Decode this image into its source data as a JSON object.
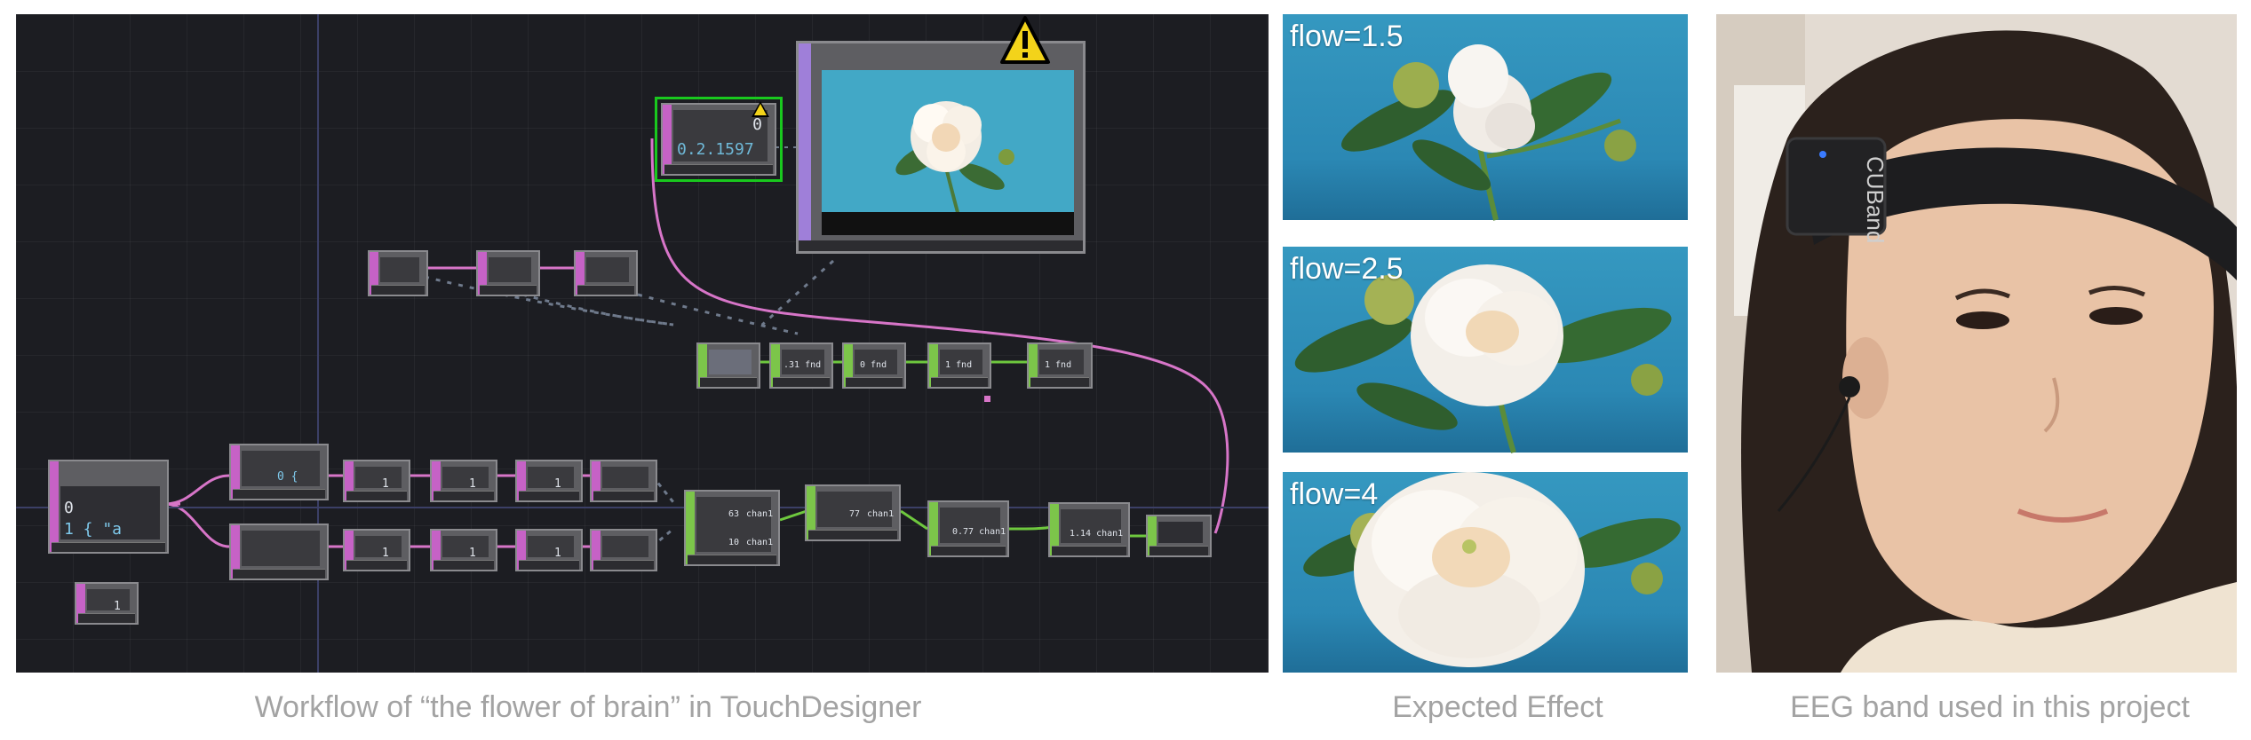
{
  "captions": {
    "workflow": "Workflow of “the flower of brain” in TouchDesigner",
    "effect": "Expected Effect",
    "eeg": "EEG band used in this project"
  },
  "flow_panels": [
    {
      "label": "flow=1.5"
    },
    {
      "label": "flow=2.5"
    },
    {
      "label": "flow=4"
    }
  ],
  "headband": {
    "brand": "CUBand"
  },
  "touchdesigner": {
    "colors": {
      "dat": "#c662c6",
      "chop": "#7cc54a",
      "top": "#9f7fd9",
      "wire_pink": "#d775c8",
      "wire_green": "#6ec83e",
      "selection": "#19c81e",
      "warning": "#f3d31a"
    },
    "selected_node": {
      "value_top": "0",
      "value_bottom": "0.2.1597"
    },
    "dat_main": {
      "row0": "0",
      "row1": "1 {    \"a"
    },
    "dat_small": {
      "value": "1"
    },
    "chop_values": {
      "c1": ".31 fnd",
      "c2": "0 fnd",
      "c3": "1 fnd",
      "c4": "1 fnd",
      "m1": "chan1",
      "m1b": "chan1",
      "m1n1": "63",
      "m1n2": "10",
      "m2": "chan1",
      "m2n": "77",
      "m3": "0.77 chan1",
      "m4": "1.14 chan1"
    },
    "row_values": {
      "a": "0 {",
      "b": "1",
      "c": "1",
      "d": "1",
      "e": "1"
    }
  }
}
